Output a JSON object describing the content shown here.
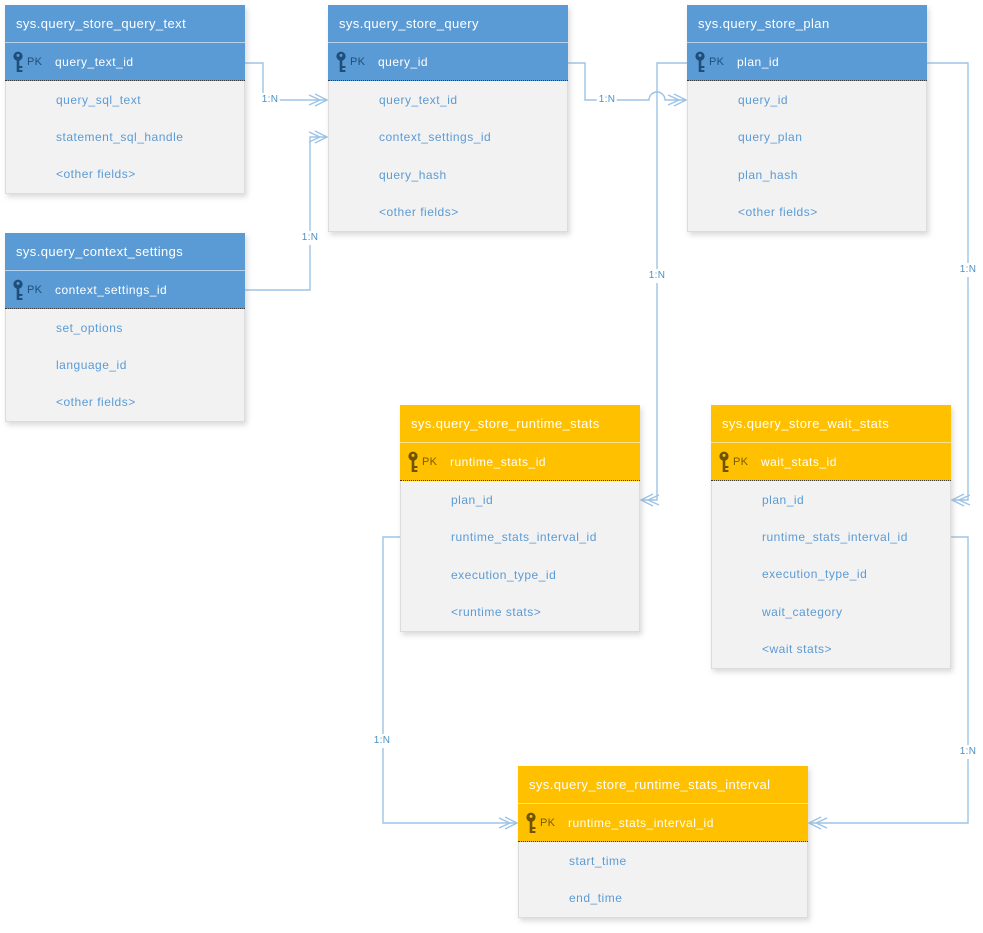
{
  "colors": {
    "blue_header": "#5b9bd5",
    "orange_header": "#ffc000",
    "body_bg": "#f2f2f2",
    "field_text": "#5b9bd5",
    "pk_badge_blue": "#1f4e79",
    "pk_badge_orange": "#7a5c00",
    "connector_line": "#9dc3e6",
    "connector_label": "#4a90c4"
  },
  "tables": [
    {
      "title": "sys.query_store_query_text",
      "theme": "blue",
      "pk": {
        "badge": "PK",
        "field": "query_text_id"
      },
      "fields": [
        "query_sql_text",
        "statement_sql_handle",
        "<other fields>"
      ]
    },
    {
      "title": "sys.query_store_query",
      "theme": "blue",
      "pk": {
        "badge": "PK",
        "field": "query_id"
      },
      "fields": [
        "query_text_id",
        "context_settings_id",
        "query_hash",
        "<other fields>"
      ]
    },
    {
      "title": "sys.query_store_plan",
      "theme": "blue",
      "pk": {
        "badge": "PK",
        "field": "plan_id"
      },
      "fields": [
        "query_id",
        "query_plan",
        "plan_hash",
        "<other fields>"
      ]
    },
    {
      "title": "sys.query_context_settings",
      "theme": "blue",
      "pk": {
        "badge": "PK",
        "field": "context_settings_id"
      },
      "fields": [
        "set_options",
        "language_id",
        "<other fields>"
      ]
    },
    {
      "title": "sys.query_store_runtime_stats",
      "theme": "orange",
      "pk": {
        "badge": "PK",
        "field": "runtime_stats_id"
      },
      "fields": [
        "plan_id",
        "runtime_stats_interval_id",
        "execution_type_id",
        "<runtime stats>"
      ]
    },
    {
      "title": "sys.query_store_wait_stats",
      "theme": "orange",
      "pk": {
        "badge": "PK",
        "field": "wait_stats_id"
      },
      "fields": [
        "plan_id",
        "runtime_stats_interval_id",
        "execution_type_id",
        "wait_category",
        "<wait stats>"
      ]
    },
    {
      "title": "sys.query_store_runtime_stats_interval",
      "theme": "orange",
      "pk": {
        "badge": "PK",
        "field": "runtime_stats_interval_id"
      },
      "fields": [
        "start_time",
        "end_time"
      ]
    }
  ],
  "connections": [
    {
      "label": "1:N",
      "from": "sys.query_store_query_text.query_text_id",
      "to": "sys.query_store_query.query_text_id"
    },
    {
      "label": "1:N",
      "from": "sys.query_context_settings.context_settings_id",
      "to": "sys.query_store_query.context_settings_id"
    },
    {
      "label": "1:N",
      "from": "sys.query_store_query.query_id",
      "to": "sys.query_store_plan.query_id"
    },
    {
      "label": "1:N",
      "from": "sys.query_store_plan.plan_id",
      "to": "sys.query_store_runtime_stats.plan_id"
    },
    {
      "label": "1:N",
      "from": "sys.query_store_plan.plan_id",
      "to": "sys.query_store_wait_stats.plan_id"
    },
    {
      "label": "1:N",
      "from": "sys.query_store_wait_stats.runtime_stats_interval_id",
      "to": "sys.query_store_runtime_stats_interval.runtime_stats_interval_id"
    },
    {
      "label": "1:N",
      "from": "sys.query_store_runtime_stats.runtime_stats_interval_id",
      "to": "sys.query_store_runtime_stats_interval.runtime_stats_interval_id"
    }
  ]
}
